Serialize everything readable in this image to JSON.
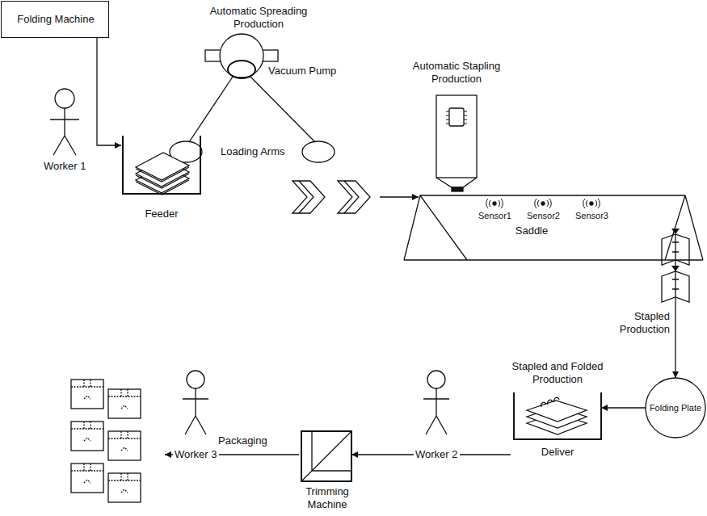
{
  "diagram": {
    "nodes": [
      {
        "text": [
          "Folding Machine"
        ]
      },
      {
        "text": [
          "Feeder"
        ]
      },
      {
        "text": [
          "Automatic Spreading Production"
        ]
      },
      {
        "text": [
          "Automatic Stapling Production"
        ]
      },
      {
        "text": [
          "Saddle"
        ]
      },
      {
        "text": [
          "Folding Plate"
        ]
      },
      {
        "text": [
          "Stapled and Folded Production",
          "Deliver"
        ]
      },
      {
        "text": [
          "Trimming Machine"
        ]
      }
    ],
    "edges": [
      {
        "from": 0,
        "to": 1,
        "arrow": "to"
      },
      {
        "from": 2,
        "to": 4,
        "arrow": "to"
      },
      {
        "from": 4,
        "to": 5,
        "arrow": "to"
      },
      {
        "from": 5,
        "to": 6,
        "arrow": "to"
      },
      {
        "from": 6,
        "to": 7,
        "arrow": "to"
      }
    ],
    "labels": [
      "Worker 1",
      "Vacuum Pump",
      "Loading Arms",
      "Sensor1",
      "Sensor2",
      "Sensor3",
      "Stapled Production",
      "Worker 2",
      "Packaging",
      "Worker 3"
    ]
  }
}
